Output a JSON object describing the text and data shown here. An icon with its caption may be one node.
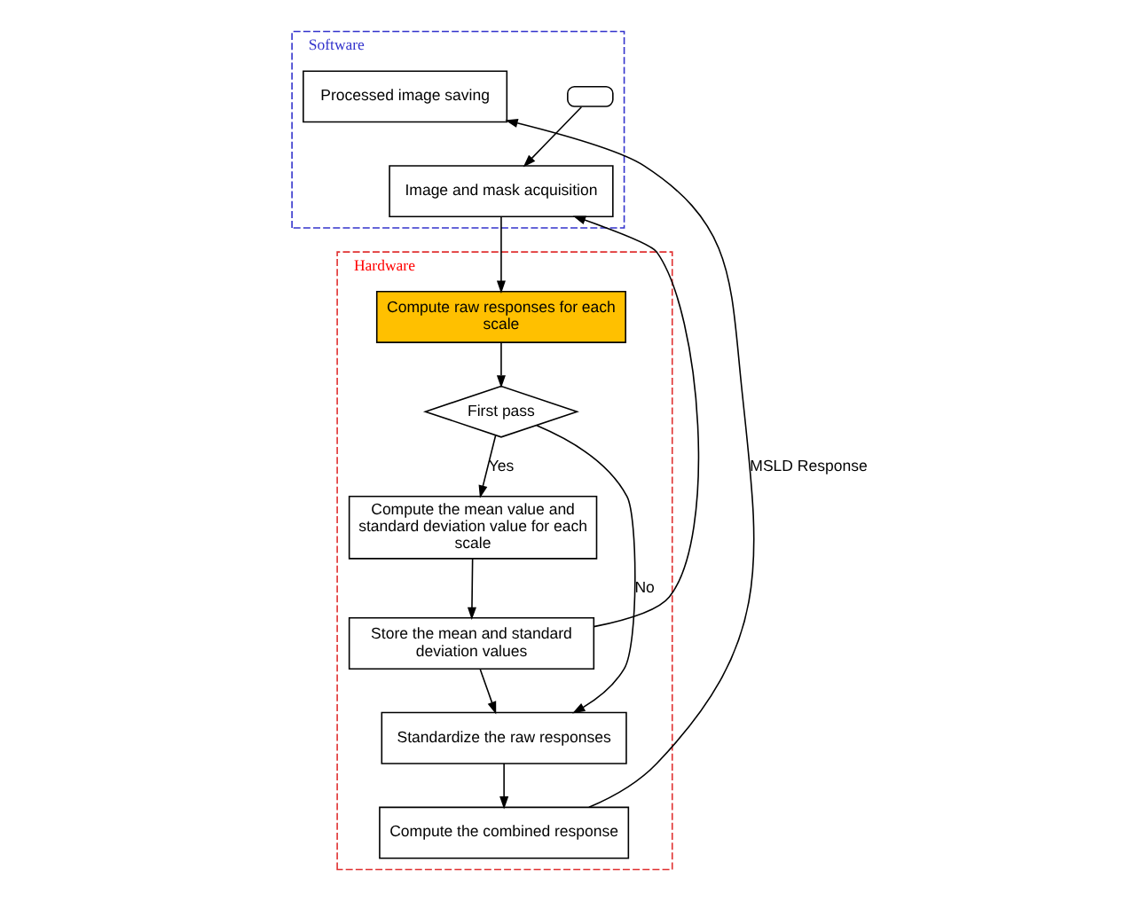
{
  "diagram": {
    "nodes": [
      {
        "text": [
          "Software"
        ]
      },
      {
        "text": [
          "Hardware"
        ]
      },
      {
        "text": [],
        "shape": "oval",
        "in": 0
      },
      {
        "text": [
          "Image and mask acquisition"
        ],
        "in": 0
      },
      {
        "text": [
          "Processed image saving"
        ],
        "in": 0
      },
      {
        "text": [
          "Compute raw responses for each scale"
        ],
        "in": 1
      },
      {
        "text": [
          "First pass"
        ],
        "in": 1
      },
      {
        "text": [
          "Compute the mean value and standard deviation value for each scale"
        ],
        "in": 1
      },
      {
        "text": [
          "Standardize the raw responses"
        ],
        "in": 1
      },
      {
        "text": [
          "Store the mean and standard deviation values"
        ],
        "in": 1
      },
      {
        "text": [
          "Compute the combined response"
        ],
        "in": 1
      }
    ],
    "edges": [
      {
        "from": 2,
        "to": 3,
        "arrow": "to"
      },
      {
        "from": 3,
        "to": 5,
        "arrow": "to"
      },
      {
        "from": 5,
        "to": 6,
        "arrow": "to"
      },
      {
        "from": 6,
        "to": 7,
        "label": "Yes",
        "arrow": "to"
      },
      {
        "from": 6,
        "to": 8,
        "label": "No",
        "arrow": "to"
      },
      {
        "from": 7,
        "to": 9,
        "arrow": "to"
      },
      {
        "from": 9,
        "to": 3,
        "arrow": "to"
      },
      {
        "from": 9,
        "to": 8,
        "arrow": "to"
      },
      {
        "from": 8,
        "to": 10,
        "arrow": "to"
      },
      {
        "from": 10,
        "to": 4,
        "label": "MSLD Response",
        "arrow": "to"
      }
    ]
  }
}
